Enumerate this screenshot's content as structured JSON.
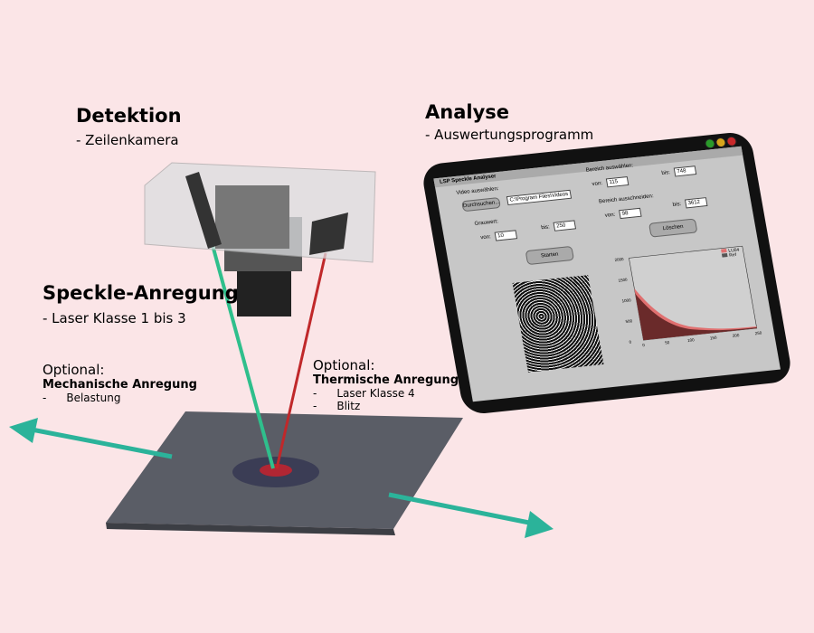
{
  "detection": {
    "title": "Detektion",
    "subtitle": "- Zeilenkamera"
  },
  "analysis": {
    "title": "Analyse",
    "subtitle": "- Auswertungsprogramm"
  },
  "speckle": {
    "title": "Speckle-Anregung",
    "subtitle": "- Laser Klasse 1 bis 3"
  },
  "mechanical": {
    "optional": "Optional:",
    "title": "Mechanische Anregung",
    "items": [
      "Belastung"
    ]
  },
  "thermal": {
    "optional": "Optional:",
    "title": "Thermische Anregung",
    "items": [
      "Laser Klasse 4",
      "Blitz"
    ]
  },
  "bullet": "-",
  "app": {
    "title": "LSP Speckle Analyser",
    "window_buttons": {
      "ok": "#2a9a2a",
      "min": "#d6a51c",
      "close": "#c8282a"
    },
    "video_label": "Video auswählen:",
    "browse_label": "Durchsuchen...",
    "path_value": "C:\\Program Files\\Videos",
    "gray_label": "Grauwert:",
    "from": "von:",
    "to": "bis:",
    "gray_from": "10",
    "gray_to": "250",
    "range_select_label": "Bereich auswählen:",
    "range_select_from": "115",
    "range_select_to": "748",
    "range_cut_label": "Bereich ausschneiden:",
    "range_cut_from": "98",
    "range_cut_to": "3612",
    "start_label": "Starten",
    "delete_label": "Löschen",
    "histogram": {
      "y_ticks": [
        "0",
        "500",
        "1000",
        "1500",
        "2000"
      ],
      "x_ticks": [
        "0",
        "50",
        "100",
        "150",
        "200",
        "250"
      ],
      "legend": [
        "LU04",
        "Ref"
      ],
      "colors": [
        "#e07070",
        "#555555"
      ]
    }
  },
  "colors": {
    "background": "#fbe5e7",
    "arrow": "#2bb39a",
    "laser_green": "#2fbf8c",
    "laser_red": "#c0282a",
    "plate": "#5c5f68"
  }
}
